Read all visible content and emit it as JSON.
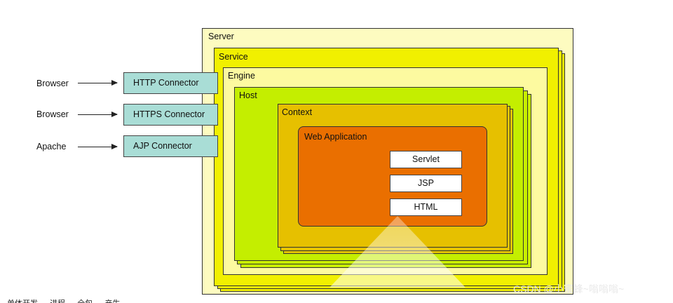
{
  "diagram": {
    "server_label": "Server",
    "service_label": "Service",
    "engine_label": "Engine",
    "host_label": "Host",
    "context_label": "Context",
    "webapp_label": "Web Application",
    "components": [
      "Servlet",
      "JSP",
      "HTML"
    ],
    "clients": [
      "Browser",
      "Browser",
      "Apache"
    ],
    "connectors": [
      "HTTP Connector",
      "HTTPS Connector",
      "AJP Connector"
    ]
  },
  "watermark": "CSDN @小蜜蜂~嗡嗡嗡~",
  "cut_text": "单体开发 … 进程 … 全包 … 产生"
}
